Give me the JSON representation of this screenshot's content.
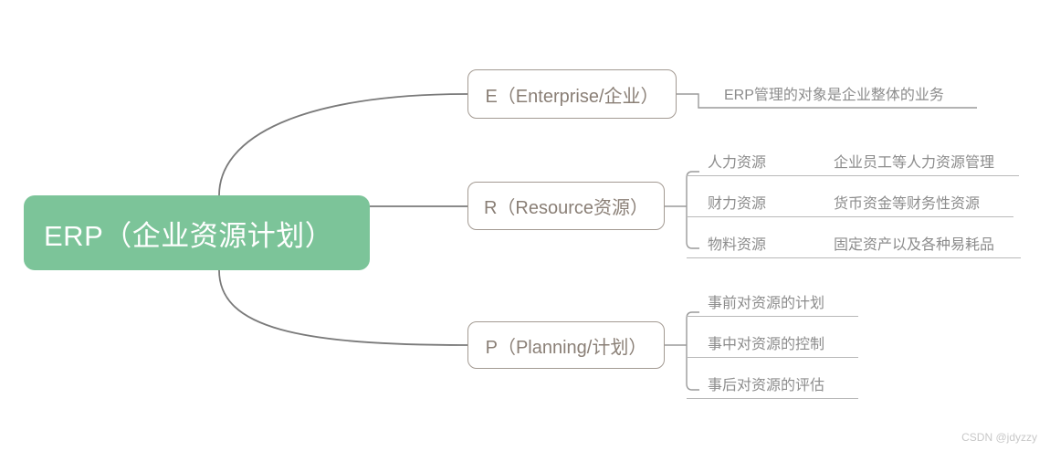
{
  "diagram": {
    "type": "mind-map",
    "root": {
      "label": "ERP（企业资源计划）",
      "color": "#7cc499",
      "text_color": "#ffffff"
    },
    "branch_border_color": "#a39a92",
    "branch_text_color": "#8a7f76",
    "leaf_text_color": "#8c8c8c",
    "connector_color": "#7a7a7a",
    "branches": [
      {
        "id": "E",
        "label": "E（Enterprise/企业）",
        "leaves": [
          {
            "primary": "ERP管理的对象是企业整体的业务",
            "secondary": ""
          }
        ]
      },
      {
        "id": "R",
        "label": "R（Resource资源）",
        "leaves": [
          {
            "primary": "人力资源",
            "secondary": "企业员工等人力资源管理"
          },
          {
            "primary": "财力资源",
            "secondary": "货币资金等财务性资源"
          },
          {
            "primary": "物料资源",
            "secondary": "固定资产以及各种易耗品"
          }
        ]
      },
      {
        "id": "P",
        "label": "P（Planning/计划）",
        "leaves": [
          {
            "primary": "事前对资源的计划",
            "secondary": ""
          },
          {
            "primary": "事中对资源的控制",
            "secondary": ""
          },
          {
            "primary": "事后对资源的评估",
            "secondary": ""
          }
        ]
      }
    ]
  },
  "watermark": {
    "text": "CSDN @jdyzzy"
  }
}
